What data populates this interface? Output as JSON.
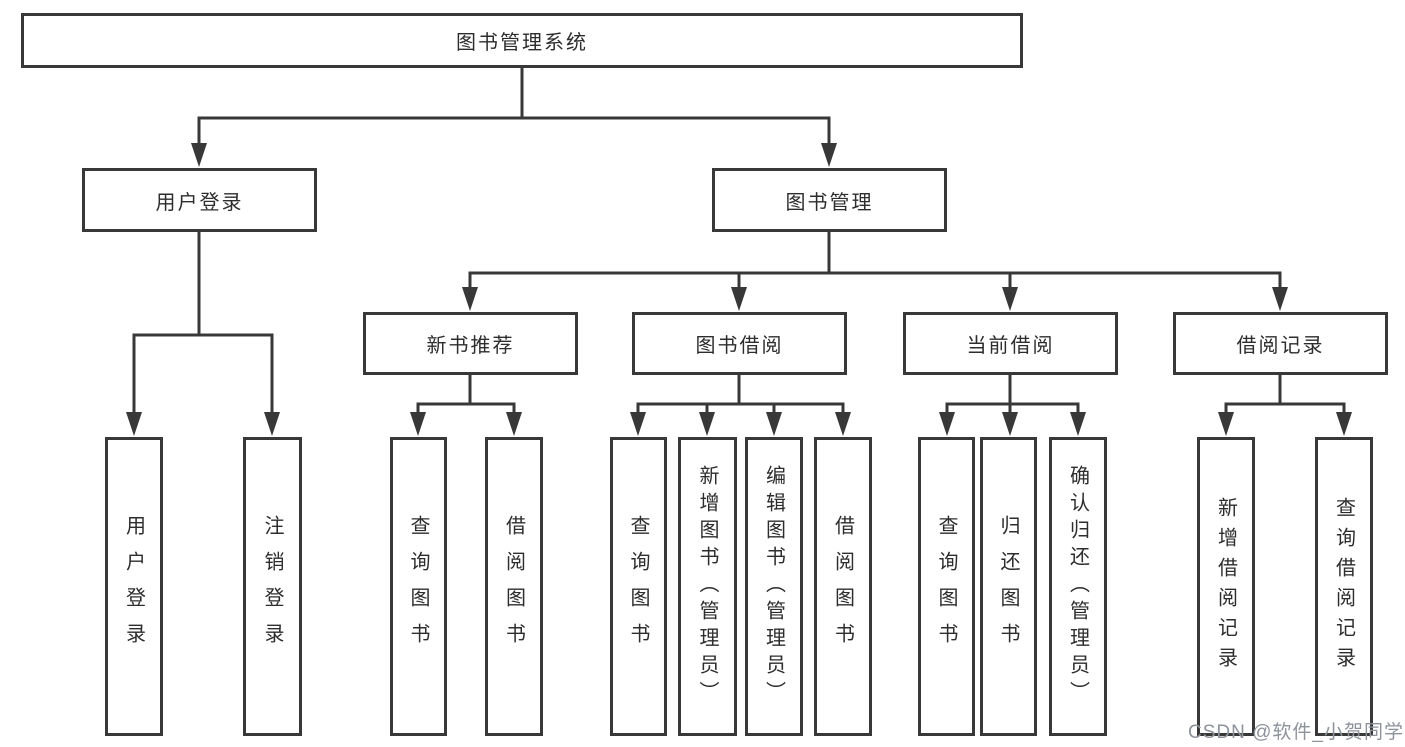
{
  "colors": {
    "line": "#383838",
    "box_border": "#383838",
    "text": "#2d2d2d",
    "watermark": "#8d929b",
    "background": "#ffffff"
  },
  "tree": {
    "root": {
      "label": "图书管理系统"
    },
    "branches": {
      "user_login": {
        "label": "用户登录",
        "children": {
          "login": {
            "label": "用户登录"
          },
          "logout": {
            "label": "注销登录"
          }
        }
      },
      "book_management": {
        "label": "图书管理",
        "sections": {
          "new_book_recommend": {
            "label": "新书推荐",
            "children": {
              "query_books": {
                "label": "查询图书"
              },
              "borrow_books": {
                "label": "借阅图书"
              }
            }
          },
          "book_borrowing": {
            "label": "图书借阅",
            "children": {
              "query_books": {
                "label": "查询图书"
              },
              "add_books_admin": {
                "label": "新增图书（管理员）"
              },
              "edit_books_admin": {
                "label": "编辑图书（管理员）"
              },
              "borrow_books": {
                "label": "借阅图书"
              }
            }
          },
          "current_borrowing": {
            "label": "当前借阅",
            "children": {
              "query_books": {
                "label": "查询图书"
              },
              "return_books": {
                "label": "归还图书"
              },
              "confirm_return_admin": {
                "label": "确认归还（管理员）"
              }
            }
          },
          "borrowing_records": {
            "label": "借阅记录",
            "children": {
              "add_borrow_record": {
                "label": "新增借阅记录"
              },
              "query_borrow_record": {
                "label": "查询借阅记录"
              }
            }
          }
        }
      }
    }
  },
  "watermark": {
    "text": "CSDN @软件_小贺同学"
  }
}
